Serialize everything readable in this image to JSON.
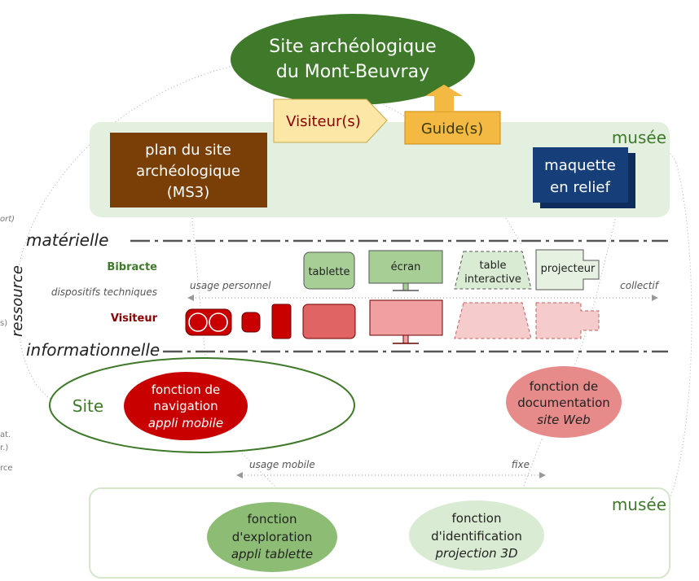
{
  "title_ellipse": {
    "line1": "Site archéologique",
    "line2": "du Mont-Beuvray"
  },
  "roles": {
    "visitor": "Visiteur(s)",
    "guide": "Guide(s)"
  },
  "museum_top": {
    "label": "musée",
    "plan": [
      "plan du site",
      "archéologique",
      "(MS3)"
    ],
    "maquette": [
      "maquette",
      "en relief"
    ]
  },
  "resource": {
    "vertical_label": "ressource",
    "material": "matérielle",
    "informational": "informationnelle",
    "row_bibracte": "Bibracte",
    "row_devices": "dispositifs techniques",
    "row_visitor": "Visiteur",
    "usage_personal": "usage personnel",
    "usage_collective": "collectif"
  },
  "devices": {
    "tablet": "tablette",
    "screen": "écran",
    "table": [
      "table",
      "interactive"
    ],
    "projector": "projecteur"
  },
  "site_ellipse": {
    "label": "Site"
  },
  "navigation": [
    "fonction de",
    "navigation",
    "appli mobile"
  ],
  "documentation": [
    "fonction de",
    "documentation",
    "site Web"
  ],
  "usage_mobile": "usage mobile",
  "usage_fixed": "fixe",
  "museum_bottom": {
    "label": "musée",
    "exploration": [
      "fonction",
      "d'exploration",
      "appli tablette"
    ],
    "identification": [
      "fonction",
      "d'identification",
      "projection 3D"
    ]
  },
  "left_edge_fragments": [
    "ort)",
    "s)",
    "at.",
    "r.)",
    "rce"
  ],
  "colors": {
    "dark_green": "#3f7a2a",
    "museum_bg": "#e3efdf",
    "orange": "#f4b942",
    "pale_yellow": "#fce7a6",
    "brown": "#7a3f06",
    "navy": "#163f7a",
    "red": "#c80000",
    "pink": "#e68a8a",
    "light_green": "#a7cf95",
    "pale_green": "#d9ebd2"
  }
}
